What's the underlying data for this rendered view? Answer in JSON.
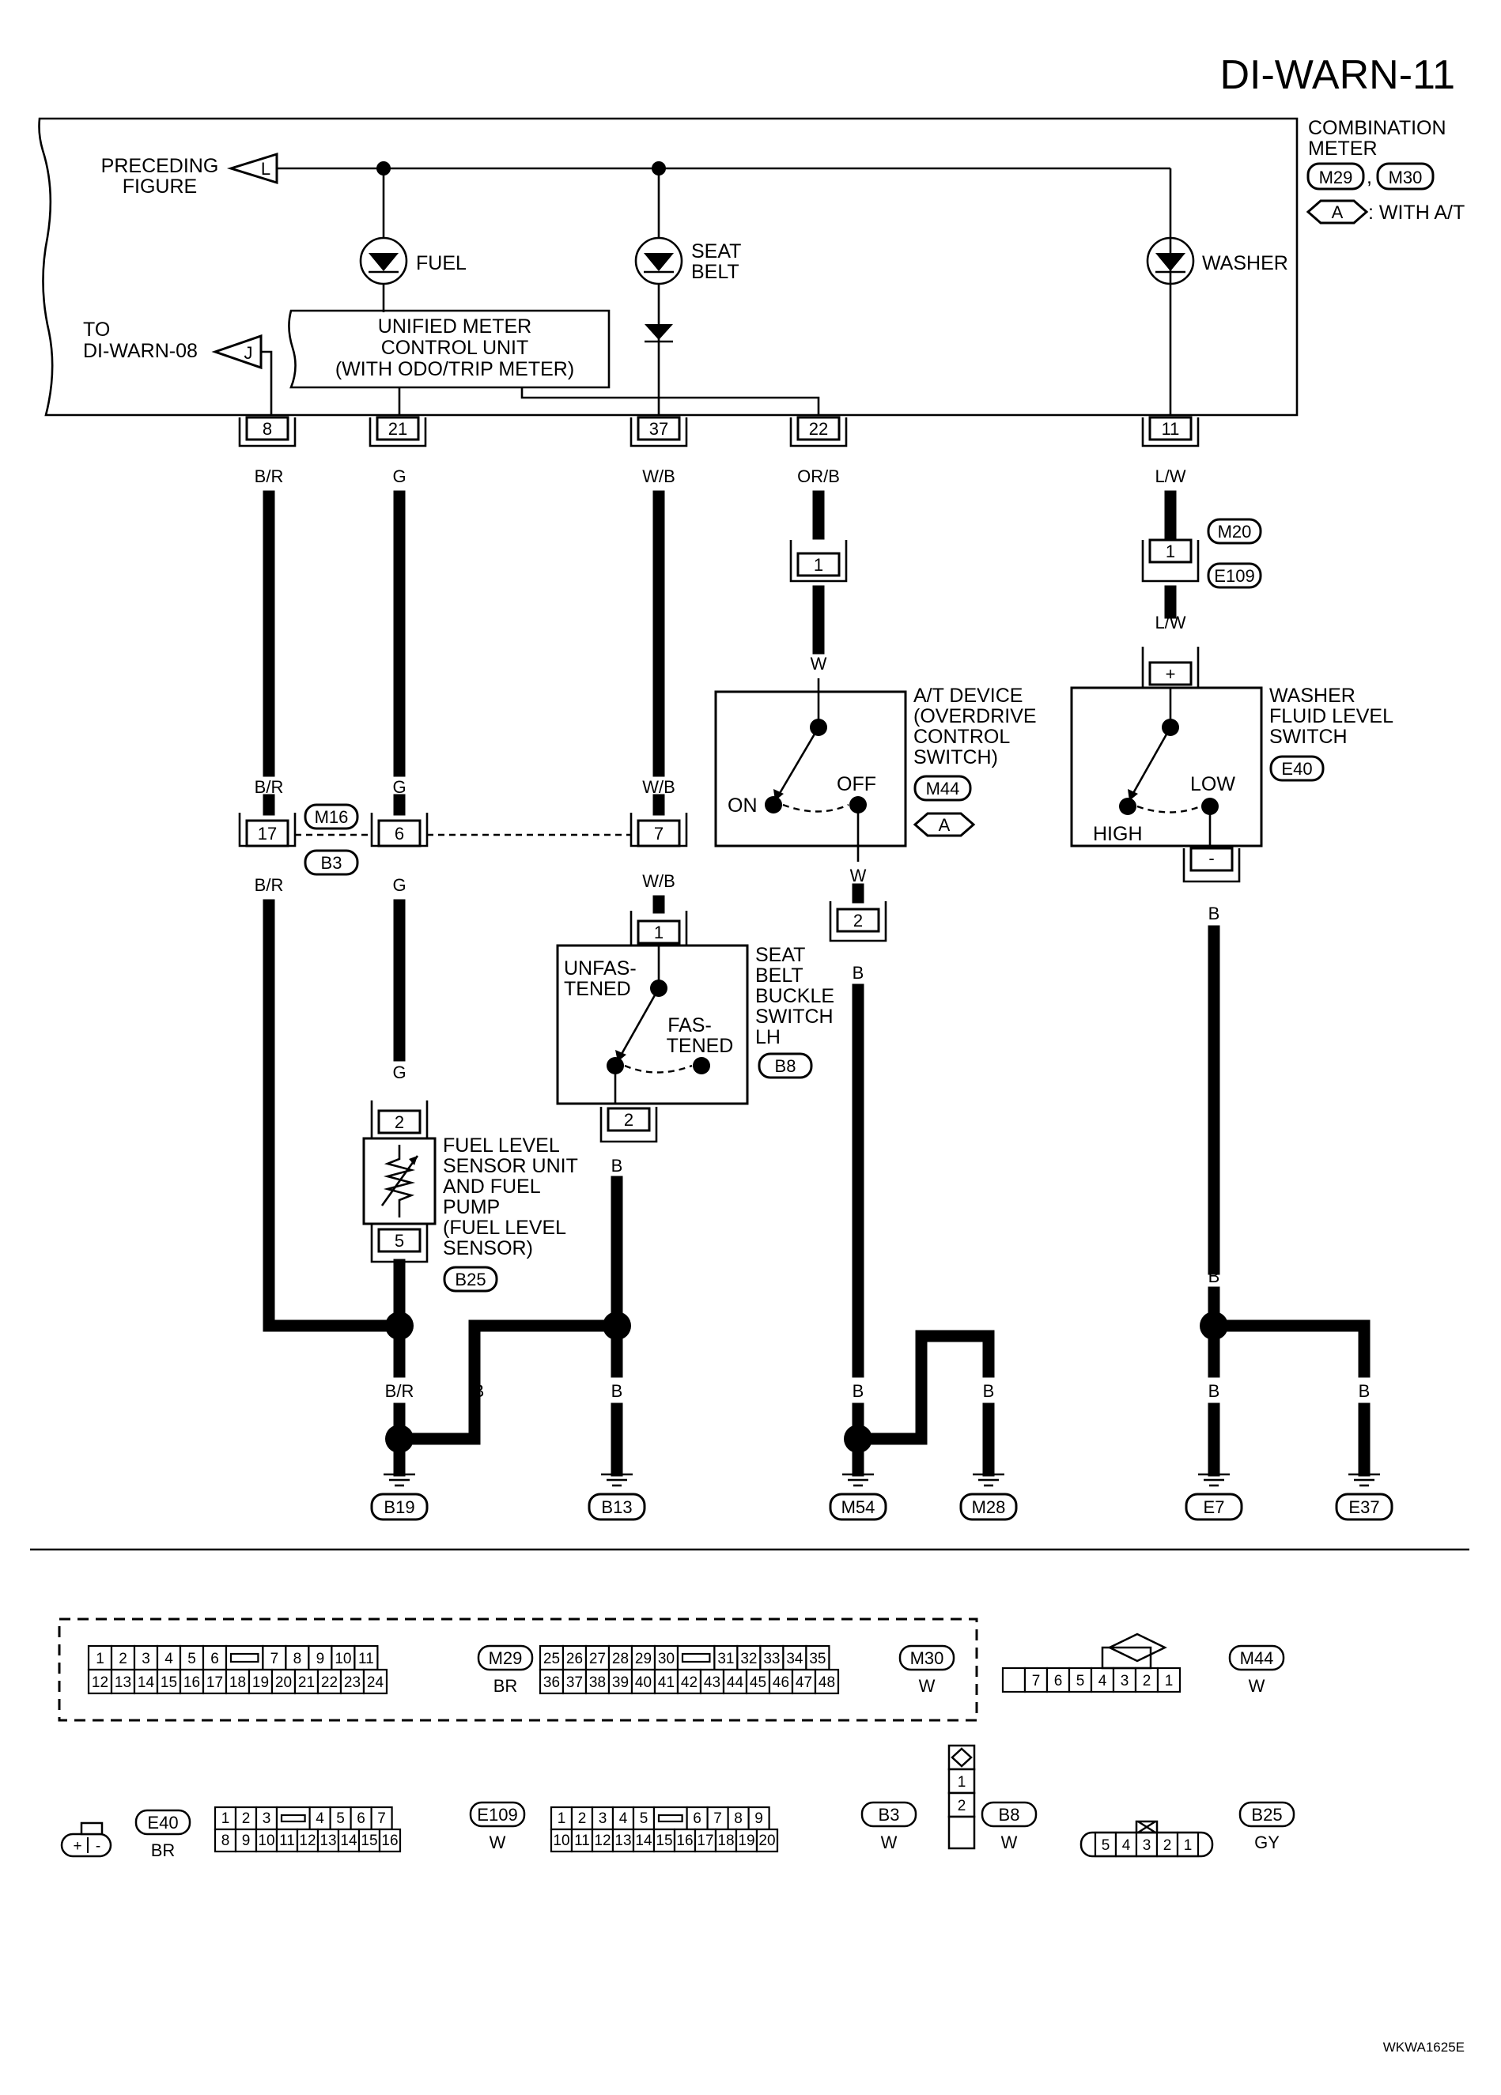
{
  "page_id": "DI-WARN-11",
  "figure_code": "WKWA1625E",
  "combination_meter": {
    "title_lines": [
      "COMBINATION",
      "METER"
    ],
    "connector_tags": [
      "M29",
      "M30"
    ],
    "separator": ",",
    "option_mark": "A",
    "option_text": ": WITH A/T",
    "preceding": {
      "lines": [
        "PRECEDING",
        "FIGURE"
      ],
      "mark": "L"
    },
    "to_ref": {
      "lines": [
        "TO",
        "DI-WARN-08"
      ],
      "mark": "J"
    },
    "lamps": [
      "FUEL",
      "SEAT",
      "BELT",
      "WASHER"
    ],
    "control_unit_lines": [
      "UNIFIED METER",
      "CONTROL UNIT",
      "(WITH ODO/TRIP METER)"
    ]
  },
  "terminals": [
    "8",
    "21",
    "37",
    "22",
    "11"
  ],
  "wire_colors": {
    "br": "B/R",
    "g": "G",
    "wb": "W/B",
    "orb": "OR/B",
    "lw": "L/W",
    "w": "W",
    "b": "B"
  },
  "joint_connector": {
    "tags": [
      "M16",
      "B3"
    ],
    "pins": [
      "17",
      "6",
      "7"
    ]
  },
  "relay_connector": {
    "tags": [
      "M20",
      "E109"
    ],
    "pin": "1"
  },
  "at_device": {
    "pin_in": "1",
    "pin_out": "2",
    "lines": [
      "A/T DEVICE",
      "(OVERDRIVE",
      "CONTROL",
      "SWITCH)"
    ],
    "tag": "M44",
    "option": "A",
    "on": "ON",
    "off": "OFF"
  },
  "washer_switch": {
    "pin_plus": "+",
    "pin_minus": "-",
    "lines": [
      "WASHER",
      "FLUID LEVEL",
      "SWITCH"
    ],
    "tag": "E40",
    "high": "HIGH",
    "low": "LOW"
  },
  "seat_belt_switch": {
    "pin_in": "1",
    "pin_out": "2",
    "lines": [
      "SEAT",
      "BELT",
      "BUCKLE",
      "SWITCH",
      "LH"
    ],
    "tag": "B8",
    "unfastened": [
      "UNFAS-",
      "TENED"
    ],
    "fastened": [
      "FAS-",
      "TENED"
    ]
  },
  "fuel_sensor": {
    "pin_top": "2",
    "pin_bottom": "5",
    "lines": [
      "FUEL LEVEL",
      "SENSOR UNIT",
      "AND FUEL",
      "PUMP",
      "(FUEL LEVEL",
      "SENSOR)"
    ],
    "tag": "B25"
  },
  "grounds": [
    "B19",
    "B13",
    "M54",
    "M28",
    "E7",
    "E37"
  ],
  "connector_views": {
    "m29": {
      "tag": "M29",
      "color": "BR",
      "row1": [
        "1",
        "2",
        "3",
        "4",
        "5",
        "6",
        "",
        "7",
        "8",
        "9",
        "10",
        "11"
      ],
      "row2": [
        "12",
        "13",
        "14",
        "15",
        "16",
        "17",
        "18",
        "19",
        "20",
        "21",
        "22",
        "23",
        "24"
      ]
    },
    "m30": {
      "tag": "M30",
      "color": "W",
      "row1": [
        "25",
        "26",
        "27",
        "28",
        "29",
        "30",
        "",
        "31",
        "32",
        "33",
        "34",
        "35"
      ],
      "row2": [
        "36",
        "37",
        "38",
        "39",
        "40",
        "41",
        "42",
        "43",
        "44",
        "45",
        "46",
        "47",
        "48"
      ]
    },
    "m44": {
      "tag": "M44",
      "color": "W",
      "row1": [
        "",
        "7",
        "6",
        "5",
        "4",
        "3",
        "2",
        "1"
      ]
    },
    "e40": {
      "tag": "E40",
      "color": "BR",
      "row1": [
        "+",
        "-"
      ]
    },
    "e109": {
      "tag": "E109",
      "color": "W",
      "row1": [
        "1",
        "2",
        "3",
        "",
        "4",
        "5",
        "6",
        "7"
      ],
      "row2": [
        "8",
        "9",
        "10",
        "11",
        "12",
        "13",
        "14",
        "15",
        "16"
      ]
    },
    "b3": {
      "tag": "B3",
      "color": "W",
      "row1": [
        "1",
        "2",
        "3",
        "4",
        "5",
        "",
        "6",
        "7",
        "8",
        "9"
      ],
      "row2": [
        "10",
        "11",
        "12",
        "13",
        "14",
        "15",
        "16",
        "17",
        "18",
        "19",
        "20"
      ]
    },
    "b8": {
      "tag": "B8",
      "color": "W",
      "row1": [
        "1",
        "2"
      ]
    },
    "b25": {
      "tag": "B25",
      "color": "GY",
      "row1": [
        "5",
        "4",
        "3",
        "2",
        "1"
      ]
    }
  }
}
